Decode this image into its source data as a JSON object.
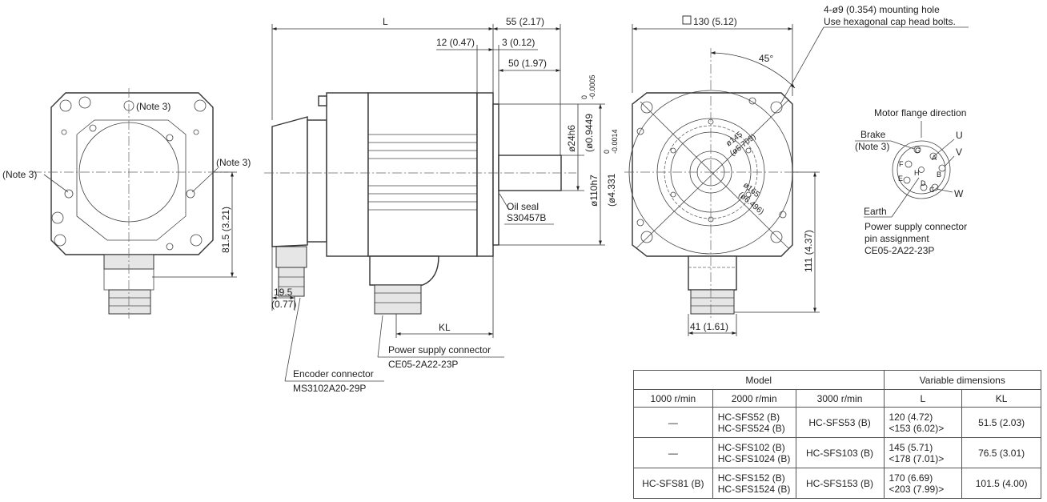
{
  "front_view": {
    "note_top": "(Note 3)",
    "note_left": "(Note 3)",
    "note_right": "(Note 3)",
    "dim_height": "81.5 (3.21)"
  },
  "side_view": {
    "dim_L": "L",
    "dim_55": "55 (2.17)",
    "dim_12": "12 (0.47)",
    "dim_3": "3 (0.12)",
    "dim_50": "50 (1.97)",
    "shaft_dia": "ø24h6",
    "shaft_dia_in": "(ø0.9449",
    "shaft_tol_top": "0",
    "shaft_tol_bot": "-0.0005",
    "spigot_dia": "ø110h7",
    "spigot_dia_in": "(ø4.331",
    "spigot_tol_top": "0",
    "spigot_tol_bot": "-0.0014",
    "oil_seal_label": "Oil seal",
    "oil_seal_part": "S30457B",
    "dim_19_5": "19.5",
    "dim_0_77": "(0.77)",
    "dim_KL": "KL",
    "power_conn_label": "Power supply connector",
    "power_conn_part": "CE05-2A22-23P",
    "encoder_conn_label": "Encoder connector",
    "encoder_conn_part": "MS3102A20-29P"
  },
  "flange_view": {
    "square": "130 (5.12)",
    "hole_note_1": "4-ø9 (0.354) mounting hole",
    "hole_note_2": "Use hexagonal cap head bolts.",
    "angle": "45°",
    "pcd_145": "ø145",
    "pcd_145_in": "(ø5.709)",
    "pcd_165": "ø165",
    "pcd_165_in": "(ø6.496)",
    "dim_111": "111 (4.37)",
    "dim_41": "41 (1.61)"
  },
  "connector_pinout": {
    "title": "Motor flange direction",
    "brake": "Brake",
    "brake_note": "(Note 3)",
    "pin_U": "U",
    "pin_V": "V",
    "pin_W": "W",
    "earth": "Earth",
    "pins": [
      "G",
      "A",
      "F",
      "H",
      "B",
      "E",
      "D",
      "C"
    ],
    "caption_1": "Power supply connector",
    "caption_2": "pin assignment",
    "caption_3": "CE05-2A22-23P"
  },
  "table": {
    "h_model": "Model",
    "h_variable": "Variable dimensions",
    "h_1000": "1000 r/min",
    "h_2000": "2000 r/min",
    "h_3000": "3000 r/min",
    "h_L": "L",
    "h_KL": "KL",
    "rows": [
      {
        "m1000": "—",
        "m2000a": "HC-SFS52 (B)",
        "m2000b": "HC-SFS524 (B)",
        "m3000": "HC-SFS53 (B)",
        "L1": "120 (4.72)",
        "L2": "<153 (6.02)>",
        "KL": "51.5 (2.03)"
      },
      {
        "m1000": "—",
        "m2000a": "HC-SFS102 (B)",
        "m2000b": "HC-SFS1024 (B)",
        "m3000": "HC-SFS103 (B)",
        "L1": "145 (5.71)",
        "L2": "<178 (7.01)>",
        "KL": "76.5 (3.01)"
      },
      {
        "m1000": "HC-SFS81 (B)",
        "m2000a": "HC-SFS152 (B)",
        "m2000b": "HC-SFS1524 (B)",
        "m3000": "HC-SFS153 (B)",
        "L1": "170 (6.69)",
        "L2": "<203 (7.99)>",
        "KL": "101.5 (4.00)"
      }
    ]
  }
}
